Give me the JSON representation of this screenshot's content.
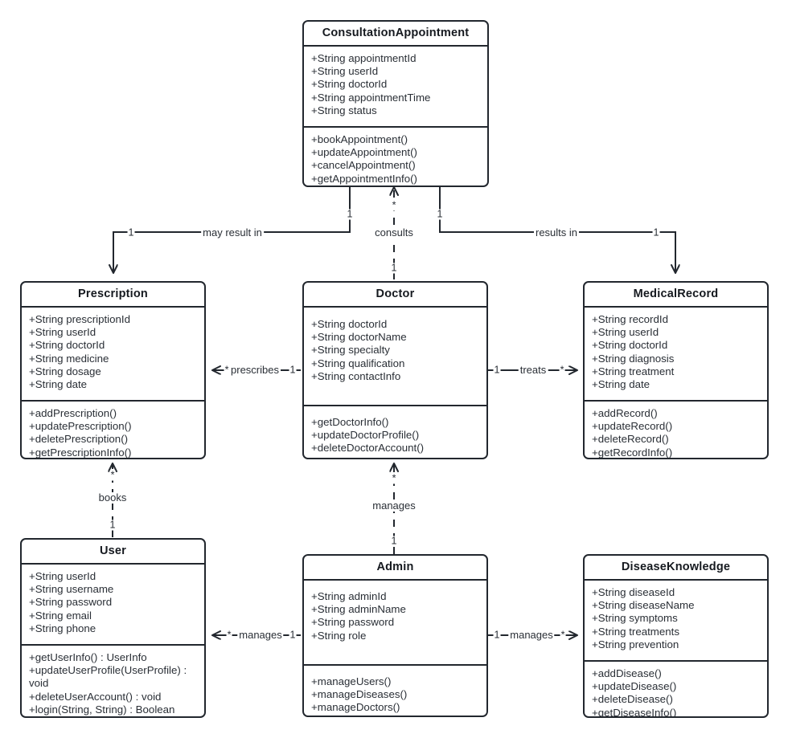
{
  "diagram": {
    "type": "uml-class-diagram",
    "title": "Online Medical Consultation System Class Diagram",
    "classes": [
      {
        "id": "consultation-appointment",
        "name": "ConsultationAppointment",
        "attributes": [
          "+String appointmentId",
          "+String userId",
          "+String doctorId",
          "+String appointmentTime",
          "+String status"
        ],
        "methods": [
          "+bookAppointment()",
          "+updateAppointment()",
          "+cancelAppointment()",
          "+getAppointmentInfo()"
        ]
      },
      {
        "id": "prescription",
        "name": "Prescription",
        "attributes": [
          "+String prescriptionId",
          "+String userId",
          "+String doctorId",
          "+String medicine",
          "+String dosage",
          "+String date"
        ],
        "methods": [
          "+addPrescription()",
          "+updatePrescription()",
          "+deletePrescription()",
          "+getPrescriptionInfo()"
        ]
      },
      {
        "id": "doctor",
        "name": "Doctor",
        "attributes": [
          "+String doctorId",
          "+String doctorName",
          "+String specialty",
          "+String qualification",
          "+String contactInfo"
        ],
        "methods": [
          "+getDoctorInfo()",
          "+updateDoctorProfile()",
          "+deleteDoctorAccount()"
        ]
      },
      {
        "id": "medical-record",
        "name": "MedicalRecord",
        "attributes": [
          "+String recordId",
          "+String userId",
          "+String doctorId",
          "+String diagnosis",
          "+String treatment",
          "+String date"
        ],
        "methods": [
          "+addRecord()",
          "+updateRecord()",
          "+deleteRecord()",
          "+getRecordInfo()"
        ]
      },
      {
        "id": "user",
        "name": "User",
        "attributes": [
          "+String userId",
          "+String username",
          "+String password",
          "+String email",
          "+String phone"
        ],
        "methods": [
          "+getUserInfo() : UserInfo",
          "+updateUserProfile(UserProfile) : void",
          "+deleteUserAccount() : void",
          "+login(String, String) : Boolean"
        ]
      },
      {
        "id": "admin",
        "name": "Admin",
        "attributes": [
          "+String adminId",
          "+String adminName",
          "+String password",
          "+String role"
        ],
        "methods": [
          "+manageUsers()",
          "+manageDiseases()",
          "+manageDoctors()"
        ]
      },
      {
        "id": "disease-knowledge",
        "name": "DiseaseKnowledge",
        "attributes": [
          "+String diseaseId",
          "+String diseaseName",
          "+String symptoms",
          "+String treatments",
          "+String prevention"
        ],
        "methods": [
          "+addDisease()",
          "+updateDisease()",
          "+deleteDisease()",
          "+getDiseaseInfo()"
        ]
      }
    ],
    "relationships": [
      {
        "id": "appointment-prescription",
        "label": "may result in",
        "from": "consultation-appointment",
        "to": "prescription",
        "source_multiplicity": "1",
        "target_multiplicity": "1"
      },
      {
        "id": "doctor-appointment",
        "label": "consults",
        "from": "doctor",
        "to": "consultation-appointment",
        "source_multiplicity": "1",
        "target_multiplicity": "*"
      },
      {
        "id": "appointment-medicalrecord",
        "label": "results in",
        "from": "consultation-appointment",
        "to": "medical-record",
        "source_multiplicity": "1",
        "target_multiplicity": "1"
      },
      {
        "id": "doctor-prescription",
        "label": "prescribes",
        "from": "doctor",
        "to": "prescription",
        "source_multiplicity": "1",
        "target_multiplicity": "*"
      },
      {
        "id": "doctor-medicalrecord",
        "label": "treats",
        "from": "doctor",
        "to": "medical-record",
        "source_multiplicity": "1",
        "target_multiplicity": "*"
      },
      {
        "id": "user-prescription",
        "label": "books",
        "from": "user",
        "to": "prescription",
        "source_multiplicity": "1",
        "target_multiplicity": "*"
      },
      {
        "id": "admin-doctor",
        "label": "manages",
        "from": "admin",
        "to": "doctor",
        "source_multiplicity": "1",
        "target_multiplicity": "*"
      },
      {
        "id": "admin-user",
        "label": "manages",
        "from": "admin",
        "to": "user",
        "source_multiplicity": "1",
        "target_multiplicity": "*"
      },
      {
        "id": "admin-diseaseknowledge",
        "label": "manages",
        "from": "admin",
        "to": "disease-knowledge",
        "source_multiplicity": "1",
        "target_multiplicity": "*"
      }
    ],
    "colors": {
      "line": "#22272e",
      "text": "#2a2f36",
      "background": "#ffffff"
    }
  }
}
